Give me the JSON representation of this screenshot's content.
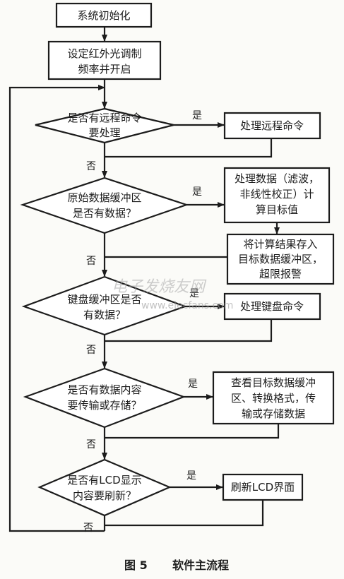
{
  "flowchart": {
    "steps": {
      "init": "系统初始化",
      "set_ir_1": "设定红外光调制",
      "set_ir_2": "频率并开启",
      "remote_cmd": "处理远程命令",
      "process_1": "处理数据（滤波，",
      "process_2": "非线性校正）计",
      "process_3": "算目标值",
      "store_1": "将计算结果存入",
      "store_2": "目标数据缓冲区，",
      "store_3": "超限报警",
      "keyboard_cmd": "处理键盘命令",
      "transfer_1": "查看目标数据缓冲",
      "transfer_2": "区、转换格式，传",
      "transfer_3": "输或存储数据",
      "refresh_lcd": "刷新LCD界面"
    },
    "decisions": {
      "remote_1": "是否有远程命令",
      "remote_2": "要处理",
      "raw_1": "原始数据缓冲区",
      "raw_2": "是否有数据？",
      "kbd_1": "键盘缓冲区是否",
      "kbd_2": "有数据？",
      "send_1": "是否有数据内容",
      "send_2": "要传输或存储？",
      "lcd_1": "是否有LCD显示",
      "lcd_2": "内容要刷新？"
    },
    "labels": {
      "yes": "是",
      "no": "否"
    }
  },
  "watermark": {
    "text": "电子发烧友网",
    "url": "www.elecfans.com"
  },
  "caption": {
    "figure": "图 5",
    "title": "软件主流程"
  }
}
